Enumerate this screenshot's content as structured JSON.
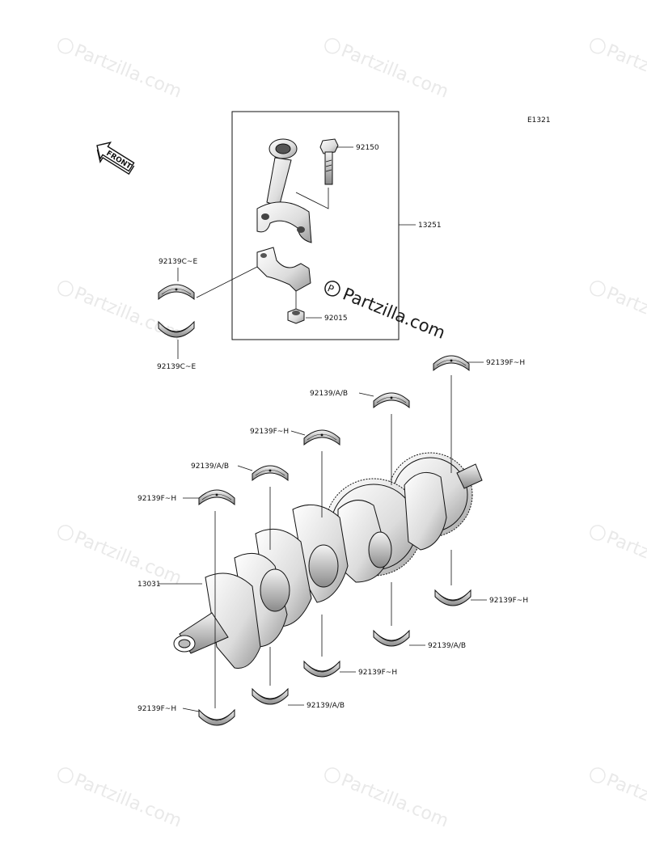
{
  "diagram_code": "E1321",
  "front_label": "FRONT",
  "center_watermark": "Partzilla.com",
  "watermark_text": "Partzilla.com",
  "labels": {
    "p92150": "92150",
    "p13251": "13251",
    "p92015": "92015",
    "p92139ce_top": "92139C~E",
    "p92139ce_bot": "92139C~E",
    "p92139fh_r1": "92139F~H",
    "p92139ab_1": "92139/A/B",
    "p92139fh_2": "92139F~H",
    "p92139ab_3": "92139/A/B",
    "p92139fh_4": "92139F~H",
    "p13031": "13031",
    "p92139fh_r2": "92139F~H",
    "p92139ab_r3": "92139/A/B",
    "p92139fh_b1": "92139F~H",
    "p92139fh_b2": "92139F~H",
    "p92139ab_b3": "92139/A/B"
  }
}
